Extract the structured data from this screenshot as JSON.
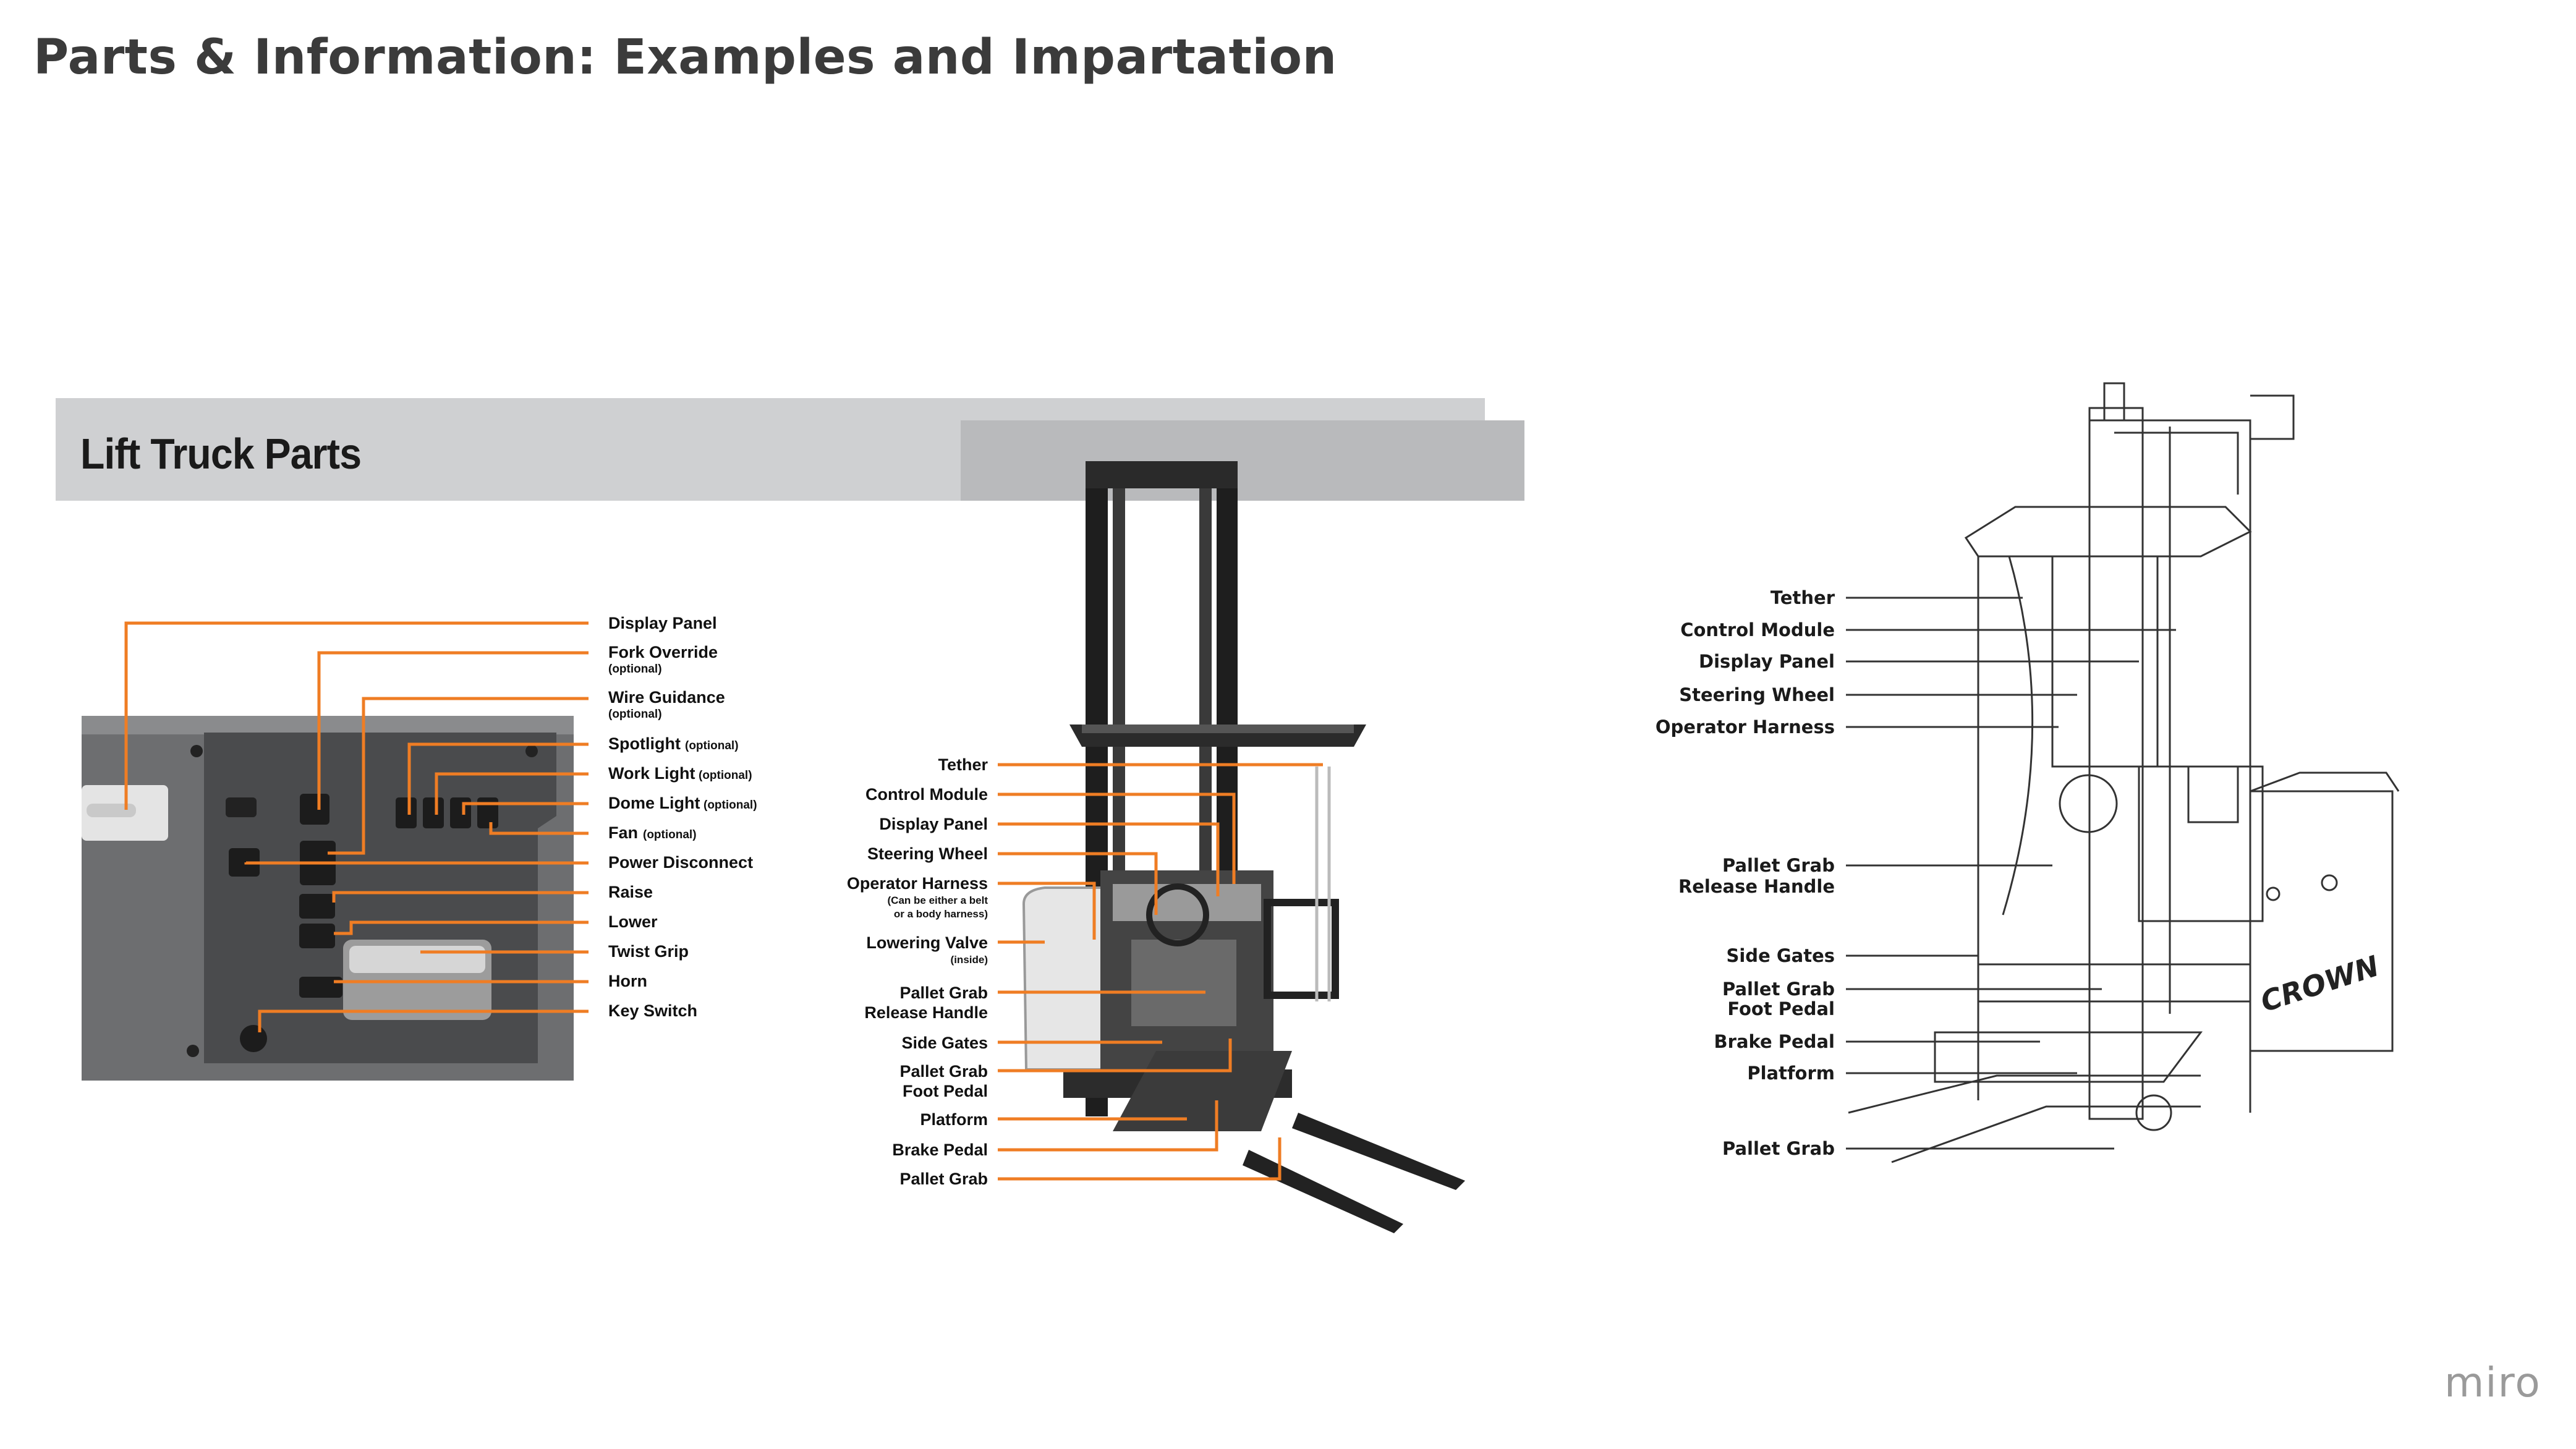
{
  "page": {
    "title": "Parts & Information: Examples and Impartation",
    "watermark": "miro"
  },
  "panel": {
    "title": "Lift Truck Parts",
    "control_labels": [
      {
        "name": "Display Panel",
        "sub": ""
      },
      {
        "name": "Fork Override",
        "sub": "(optional)"
      },
      {
        "name": "Wire Guidance",
        "sub": "(optional)"
      },
      {
        "name": "Spotlight",
        "sub": "(optional)"
      },
      {
        "name": "Work Light",
        "sub": "(optional)"
      },
      {
        "name": "Dome Light",
        "sub": "(optional)"
      },
      {
        "name": "Fan",
        "sub": "(optional)"
      },
      {
        "name": "Power Disconnect",
        "sub": ""
      },
      {
        "name": "Raise",
        "sub": ""
      },
      {
        "name": "Lower",
        "sub": ""
      },
      {
        "name": "Twist Grip",
        "sub": ""
      },
      {
        "name": "Horn",
        "sub": ""
      },
      {
        "name": "Key Switch",
        "sub": ""
      }
    ],
    "truck_labels": [
      {
        "lines": [
          "Tether"
        ]
      },
      {
        "lines": [
          "Control Module"
        ]
      },
      {
        "lines": [
          "Display Panel"
        ]
      },
      {
        "lines": [
          "Steering Wheel"
        ]
      },
      {
        "lines": [
          "Operator Harness",
          "(Can be either a belt",
          "or a body harness)"
        ]
      },
      {
        "lines": [
          "Lowering Valve",
          "(inside)"
        ]
      },
      {
        "lines": [
          "Pallet Grab",
          "Release Handle"
        ]
      },
      {
        "lines": [
          "Side Gates"
        ]
      },
      {
        "lines": [
          "Pallet Grab",
          "Foot Pedal"
        ]
      },
      {
        "lines": [
          "Platform"
        ]
      },
      {
        "lines": [
          "Brake Pedal"
        ]
      },
      {
        "lines": [
          "Pallet Grab"
        ]
      }
    ]
  },
  "sketch": {
    "labels": [
      {
        "lines": [
          "Tether"
        ]
      },
      {
        "lines": [
          "Control Module"
        ]
      },
      {
        "lines": [
          "Display Panel"
        ]
      },
      {
        "lines": [
          "Steering Wheel"
        ]
      },
      {
        "lines": [
          "Operator Harness"
        ]
      },
      {
        "lines": [
          "Pallet Grab",
          "Release Handle"
        ]
      },
      {
        "lines": [
          "Side Gates"
        ]
      },
      {
        "lines": [
          "Pallet Grab",
          "Foot Pedal"
        ]
      },
      {
        "lines": [
          "Brake Pedal"
        ]
      },
      {
        "lines": [
          "Platform"
        ]
      },
      {
        "lines": [
          "Pallet Grab"
        ]
      }
    ],
    "brand": "CROWN"
  }
}
